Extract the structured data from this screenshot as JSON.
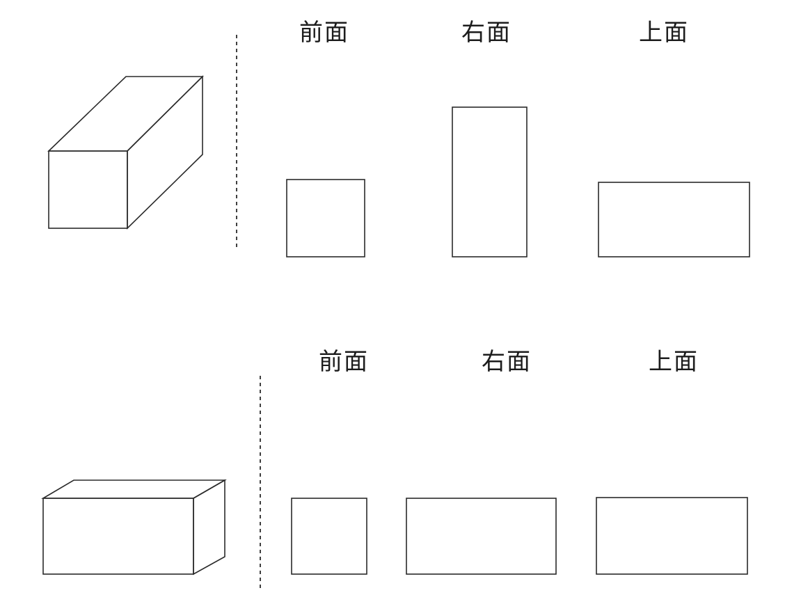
{
  "row1": {
    "labels": {
      "front": "前面",
      "right": "右面",
      "top": "上面"
    }
  },
  "row2": {
    "labels": {
      "front": "前面",
      "right": "右面",
      "top": "上面"
    }
  }
}
